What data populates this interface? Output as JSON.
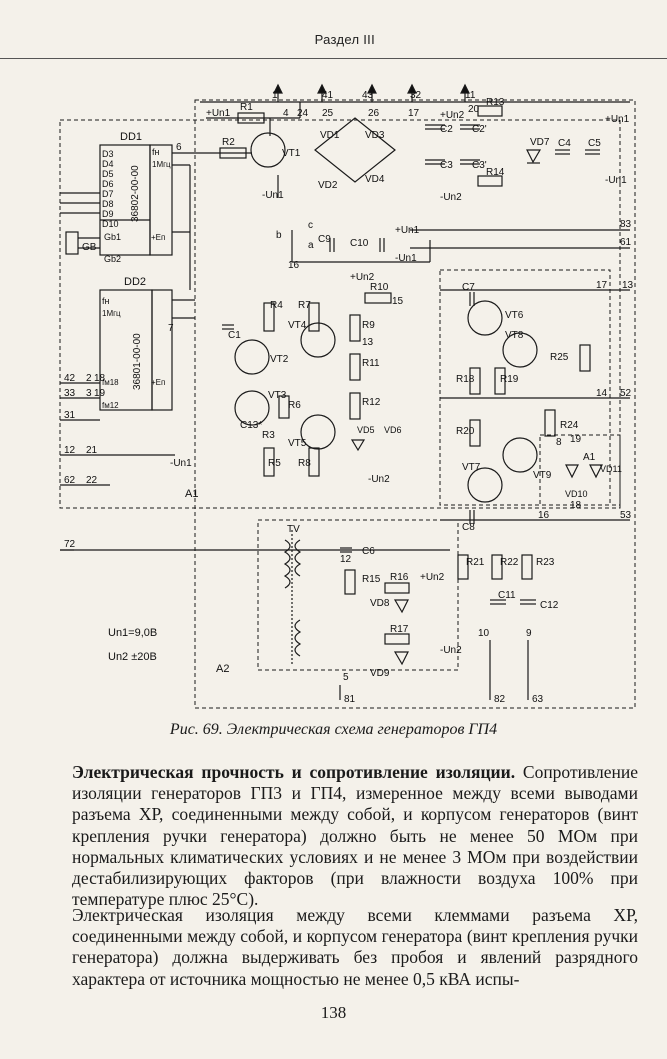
{
  "header": {
    "section": "Раздел III"
  },
  "figure": {
    "caption": "Рис. 69. Электрическая схема генераторов ГП4",
    "labels": {
      "dd1": "DD1",
      "dd2": "DD2",
      "chip1": "36802-00-00",
      "chip2": "36801-00-00",
      "d": [
        "D3",
        "D4",
        "D5",
        "D6",
        "D7",
        "D8",
        "D9",
        "D10"
      ],
      "gb": "GB",
      "gb1": "Gb1",
      "gb2": "Gb2",
      "fn1": "fн",
      "fn1m": "1Мгц",
      "en": "+Eп",
      "fm18": "fм18",
      "fm12": "fм12",
      "vt": [
        "VT1",
        "VT2",
        "VT3",
        "VT4",
        "VT5",
        "VT6",
        "VT7",
        "VT8",
        "VT9"
      ],
      "vd": [
        "VD1",
        "VD2",
        "VD3",
        "VD4",
        "VD5",
        "VD6",
        "VD7",
        "VD8",
        "VD9",
        "VD10",
        "VD11"
      ],
      "r": [
        "R1",
        "R2",
        "R3",
        "R4",
        "R5",
        "R6",
        "R7",
        "R8",
        "R9",
        "R10",
        "R11",
        "R12",
        "R13",
        "R14",
        "R15",
        "R16",
        "R17",
        "R18",
        "R19",
        "R20",
        "R21",
        "R22",
        "R23",
        "R24",
        "R25"
      ],
      "c": [
        "C1",
        "C2",
        "C3",
        "C4",
        "C5",
        "C6",
        "C7",
        "C8",
        "C9",
        "C10",
        "C11",
        "C12",
        "C13"
      ],
      "c2p": "C2'",
      "c3p": "C3'",
      "c13p": "C13*",
      "tv": "TV",
      "a1": "A1",
      "a2": "A2",
      "a1b": "A1",
      "un1p": "+Un1",
      "un1m": "-Un1",
      "un2p": "+Un2",
      "un2m": "-Un2",
      "un1": "Un1=9,0В",
      "un2": "Un2 ±20В",
      "xp_top": [
        "1",
        "41",
        "43",
        "32",
        "11"
      ],
      "xp_right": [
        "83",
        "61",
        "17",
        "13",
        "14",
        "52",
        "16",
        "53"
      ],
      "xp_left": [
        "42",
        "2",
        "18",
        "33",
        "3",
        "19",
        "31",
        "12",
        "21",
        "62",
        "22",
        "72"
      ],
      "xp_bottom": [
        "5",
        "81",
        "82",
        "63"
      ],
      "nodes": [
        "4",
        "24",
        "25",
        "26",
        "17",
        "20",
        "6",
        "7",
        "9",
        "10",
        "8",
        "12",
        "13",
        "15",
        "16",
        "18",
        "19"
      ],
      "sw": [
        "b",
        "c",
        "a"
      ]
    }
  },
  "body": {
    "p1_bold": "Электрическая прочность и сопротивление изоляции.",
    "p1_rest": " Сопротивление изоляции генераторов ГП3 и ГП4, измеренное между всеми выводами разъема ХР, соединенными между собой, и корпусом генераторов (винт крепления ручки генератора) должно быть не менее 50 МОм при нормальных климатических условиях и не менее 3 МОм при воздействии дестабилизирующих факторов (при влажности воздуха 100% при температуре плюс 25°С).",
    "p2": "Электрическая изоляция между всеми клеммами разъема ХР, соединенными между собой, и корпусом генератора (винт крепления ручки генератора) должна выдерживать без пробоя и явлений разрядного характера от источника мощностью не менее 0,5 кВА испы-"
  },
  "page_number": "138"
}
